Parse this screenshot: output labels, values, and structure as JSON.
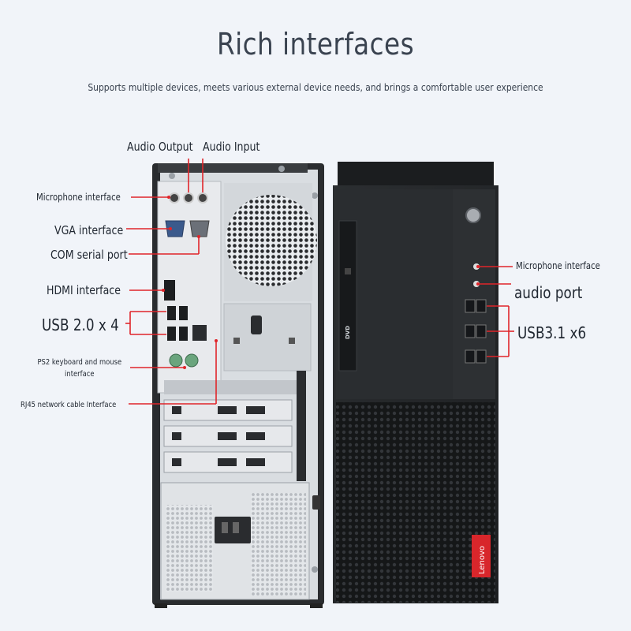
{
  "header": {
    "title": "Rich interfaces",
    "subtitle": "Supports multiple devices, meets various external device needs, and brings a comfortable user experience"
  },
  "rear_labels": {
    "audio_output": "Audio Output",
    "audio_input": "Audio Input",
    "microphone": "Microphone interface",
    "vga": "VGA interface",
    "com": "COM serial port",
    "hdmi": "HDMI interface",
    "usb2": "USB 2.0 x 4",
    "ps2": "PS2 keyboard and mouse interface",
    "rj45": "RJ45 network cable Interface"
  },
  "front_labels": {
    "microphone": "Microphone interface",
    "audio_port": "audio port",
    "usb3": "USB3.1 x6"
  },
  "branding": {
    "dvd": "DVD",
    "brand": "Lenovo"
  },
  "colors": {
    "background": "#f1f4f9",
    "callout_line": "#e0252a",
    "case_dark": "#222426",
    "brand_red": "#d8262b"
  }
}
